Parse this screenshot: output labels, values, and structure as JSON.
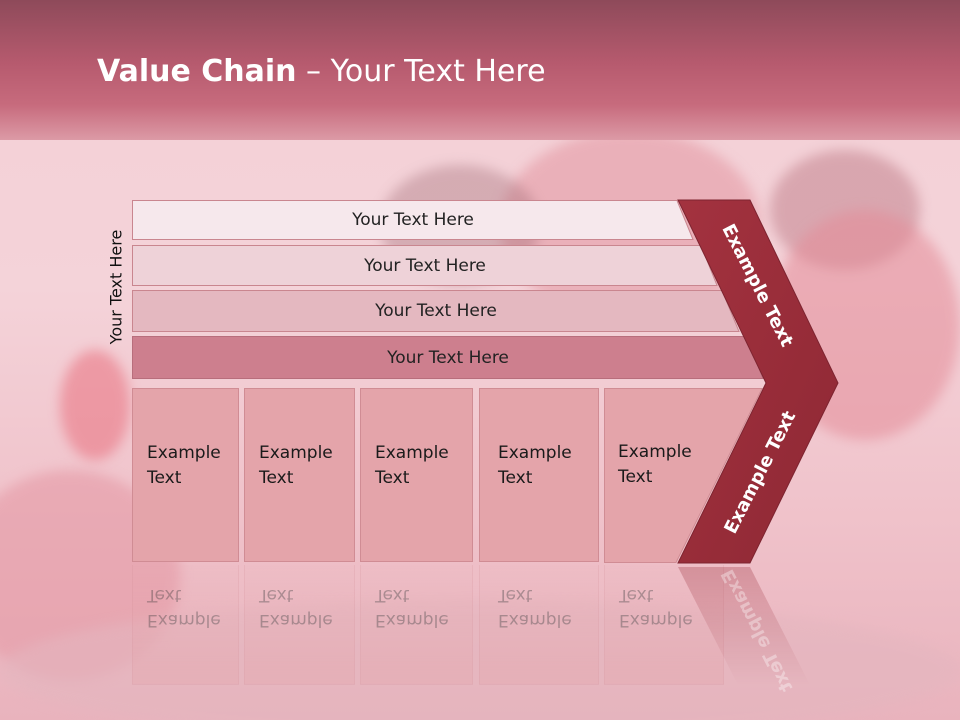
{
  "slide": {
    "title_bold": "Value Chain",
    "title_rest": " – Your Text Here",
    "side_label": "Your Text Here"
  },
  "rows": [
    {
      "label": "Your Text Here",
      "fill": "#f6e8ec"
    },
    {
      "label": "Your Text Here",
      "fill": "#eed2d8"
    },
    {
      "label": "Your Text Here",
      "fill": "#e4b8c0"
    },
    {
      "label": "Your Text Here",
      "fill": "#cd7f8e"
    }
  ],
  "boxes": [
    {
      "line1": "Example",
      "line2": "Text"
    },
    {
      "line1": "Example",
      "line2": "Text"
    },
    {
      "line1": "Example",
      "line2": "Text"
    },
    {
      "line1": "Example",
      "line2": "Text"
    },
    {
      "line1": "Example",
      "line2": "Text"
    }
  ],
  "chevron": {
    "upper_text": "Example Text",
    "lower_text": "Example Text",
    "color": "#9b2f3c"
  },
  "colors": {
    "title_band": "#b65a6e",
    "box_fill": "#e4a4aa"
  }
}
